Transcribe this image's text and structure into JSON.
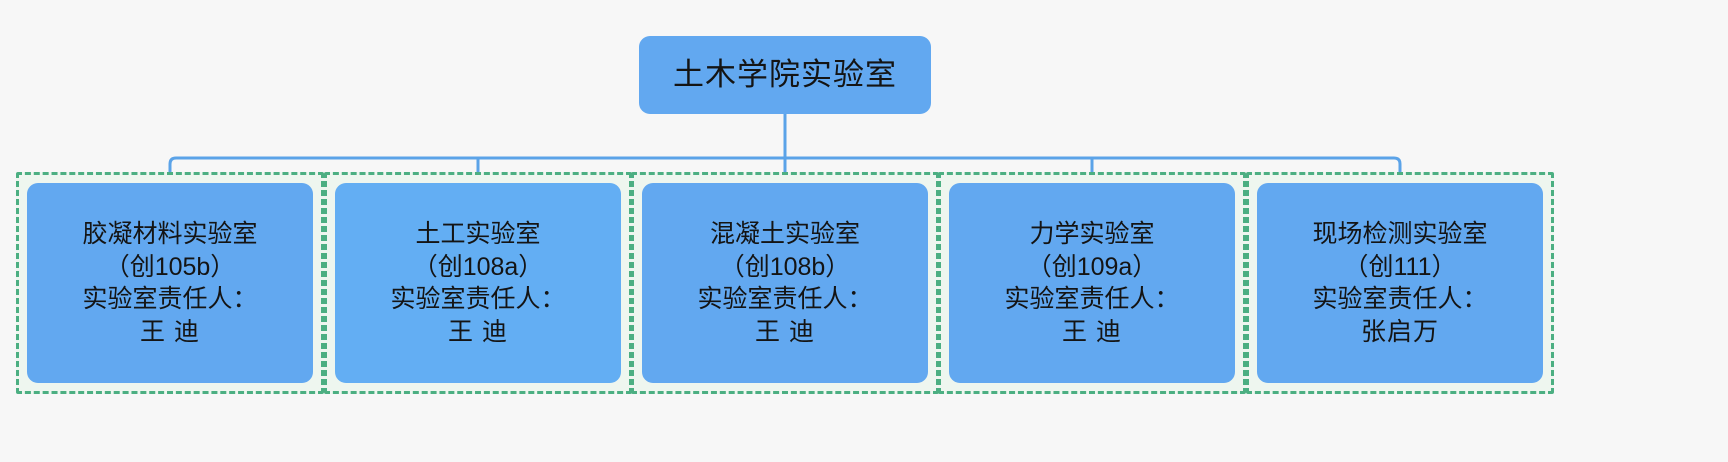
{
  "diagram": {
    "type": "organization-chart",
    "background_color": "#f7f7f7",
    "connector_color": "#5ba3e8",
    "node_fill_color": "#62a8f0",
    "group_border_color": "#4caf82",
    "group_fill_color": "#eef6ef",
    "text_color": "#141414"
  },
  "root": {
    "title": "土木学院实验室"
  },
  "children": [
    {
      "name": "胶凝材料实验室",
      "code": "（创105b）",
      "owner_label": "实验室责任人：",
      "owner_name": "王 迪"
    },
    {
      "name": "土工实验室",
      "code": "（创108a）",
      "owner_label": "实验室责任人：",
      "owner_name": "王 迪"
    },
    {
      "name": "混凝土实验室",
      "code": "（创108b）",
      "owner_label": "实验室责任人：",
      "owner_name": "王 迪"
    },
    {
      "name": "力学实验室",
      "code": "（创109a）",
      "owner_label": "实验室责任人：",
      "owner_name": "王 迪"
    },
    {
      "name": "现场检测实验室",
      "code": "（创111）",
      "owner_label": "实验室责任人：",
      "owner_name": "张启万"
    }
  ]
}
